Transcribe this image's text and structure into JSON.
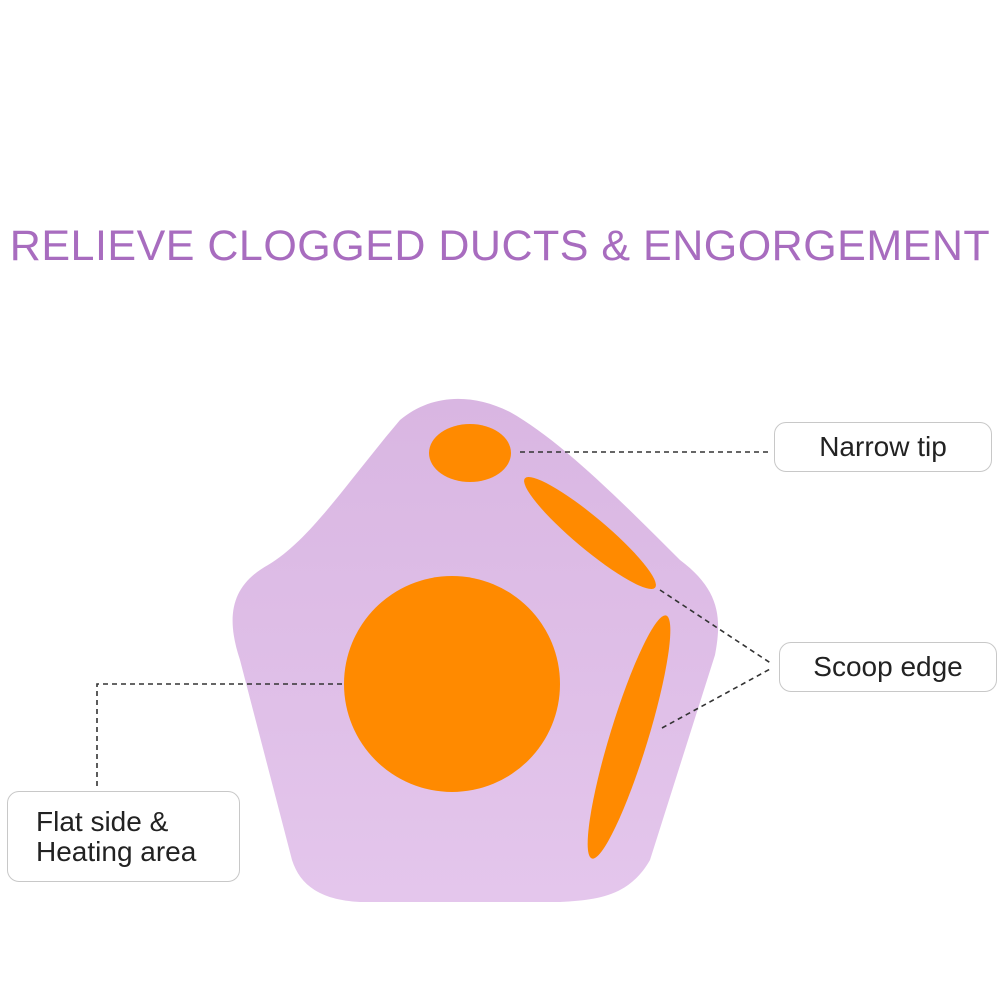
{
  "headline": "RELIEVE CLOGGED DUCTS & ENGORGEMENT",
  "colors": {
    "headline": "#a86cbf",
    "device_body": "#dfc0e8",
    "highlight": "#ff8a00",
    "leader_line": "#333333",
    "label_border": "#c8c8c8"
  },
  "callouts": {
    "narrow_tip": "Narrow tip",
    "scoop_edge": "Scoop edge",
    "flat_side": "Flat side &\nHeating area"
  }
}
